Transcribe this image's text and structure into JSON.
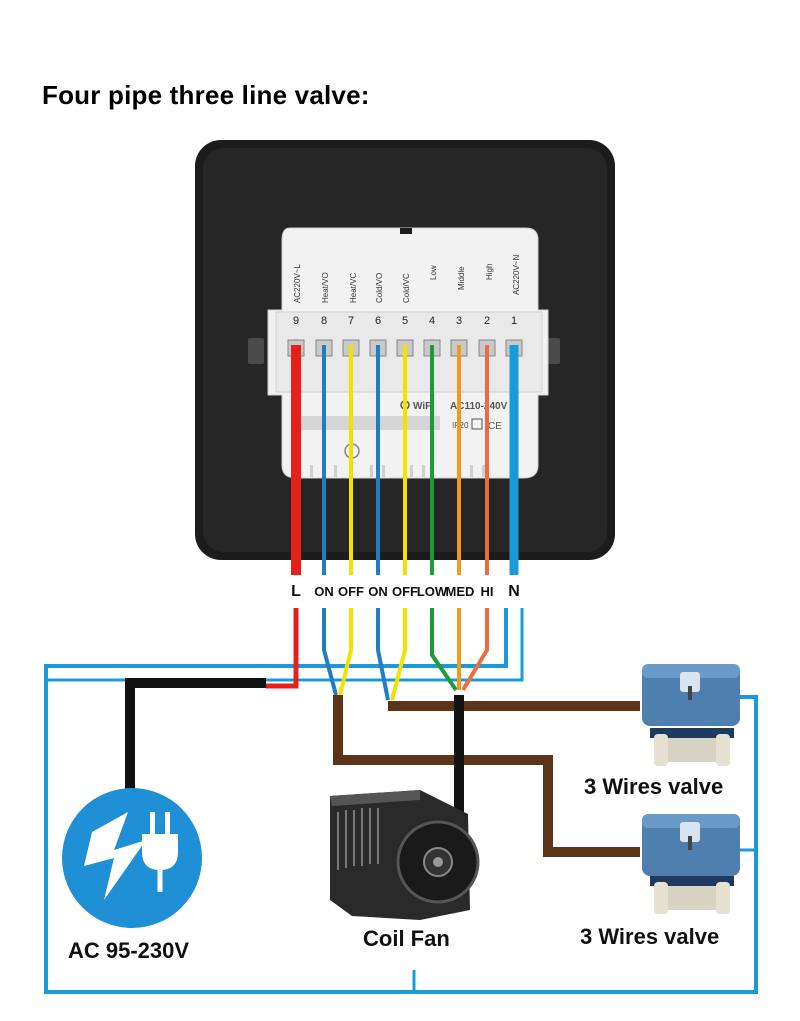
{
  "title": "Four pipe three line valve:",
  "terminal_block": {
    "numbers": [
      "9",
      "8",
      "7",
      "6",
      "5",
      "4",
      "3",
      "2",
      "1"
    ],
    "functions": [
      "AC220V~L",
      "Heat/VO",
      "Heat/VC",
      "Cold/VO",
      "Cold/VC",
      "Low",
      "Middle",
      "High",
      "AC220V~N"
    ],
    "logo_text": "WiFi",
    "rating_text": "AC110-240V",
    "ip_text": "IP20"
  },
  "wire_labels": [
    "L",
    "ON",
    "OFF",
    "ON",
    "OFF",
    "LOW",
    "MED",
    "HI",
    "N"
  ],
  "wire_colors": {
    "red": "#e8201c",
    "blue": "#1f7dc2",
    "yellow": "#f5e100",
    "green": "#1f9a3a",
    "orange": "#f29a1c",
    "coral": "#ee6b3b",
    "sky": "#1a9ad8",
    "black": "#111111",
    "brown": "#5c3518"
  },
  "devices": {
    "power_label": "AC 95-230V",
    "fan_label": "Coil Fan",
    "valve_top_label": "3 Wires valve",
    "valve_bottom_label": "3 Wires valve"
  },
  "icons": [
    "power-plug-icon",
    "fan-icon",
    "valve-icon"
  ]
}
